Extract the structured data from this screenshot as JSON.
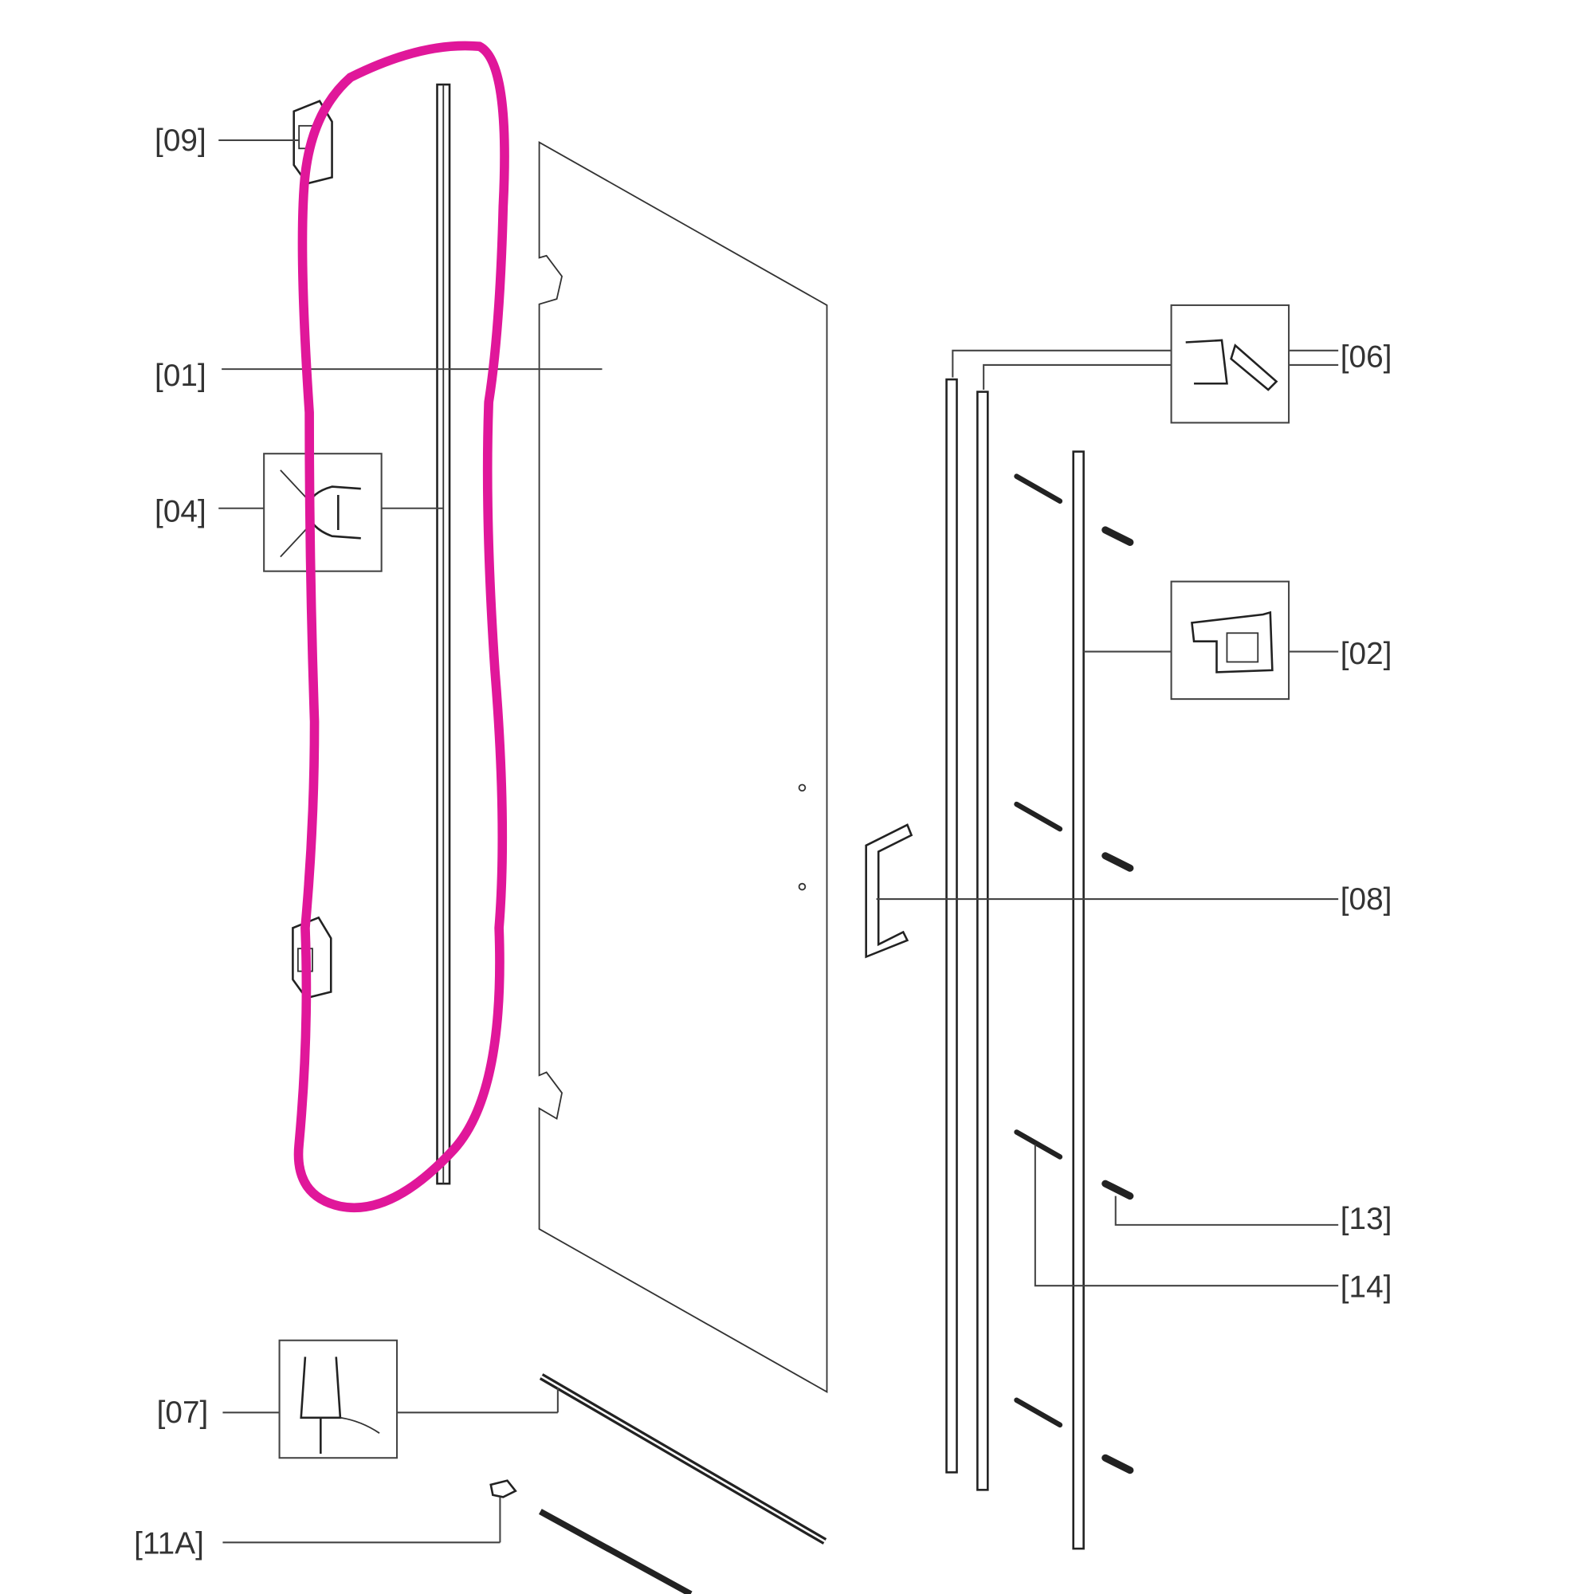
{
  "diagram": {
    "type": "exploded parts diagram",
    "labels": {
      "p09": "[09]",
      "p01": "[01]",
      "p04": "[04]",
      "p07": "[07]",
      "p11a": "[11A]",
      "p06": "[06]",
      "p02": "[02]",
      "p08": "[08]",
      "p13": "[13]",
      "p14": "[14]"
    },
    "highlight_color": "#e0179a"
  }
}
